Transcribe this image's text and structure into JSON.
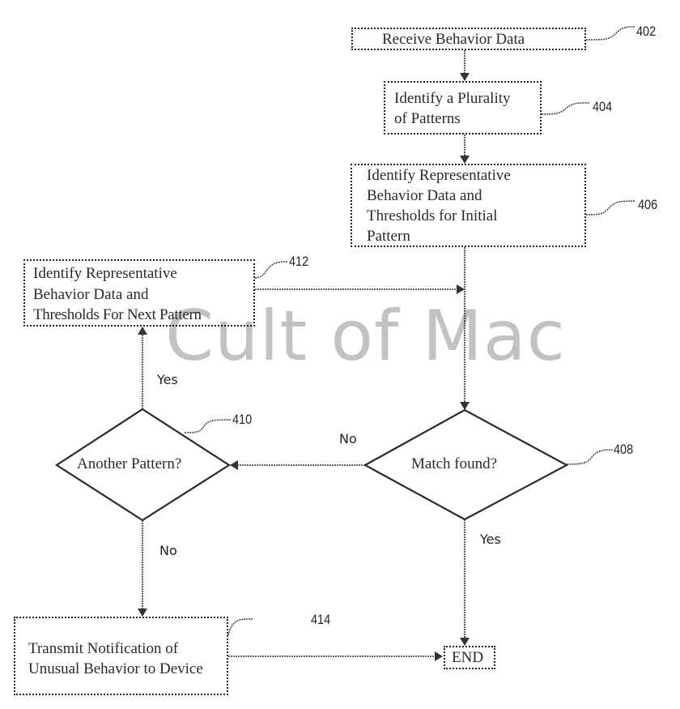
{
  "watermark": "Cult of Mac",
  "nodes": {
    "n402": {
      "ref": "402",
      "lines": [
        "Receive Behavior Data"
      ]
    },
    "n404": {
      "ref": "404",
      "lines": [
        "Identify a Plurality",
        "of Patterns"
      ]
    },
    "n406": {
      "ref": "406",
      "lines": [
        "Identify Representative",
        "Behavior Data and",
        "Thresholds for Initial",
        "Pattern"
      ]
    },
    "n408": {
      "ref": "408",
      "text": "Match found?"
    },
    "n410": {
      "ref": "410",
      "text": "Another Pattern?"
    },
    "n412": {
      "ref": "412",
      "lines": [
        "Identify Representative",
        "Behavior Data and",
        "Thresholds For Next Pattern"
      ]
    },
    "n414": {
      "ref": "414",
      "lines": [
        "Transmit Notification of",
        "Unusual Behavior to Device"
      ]
    },
    "end": {
      "text": "END"
    }
  },
  "edge_labels": {
    "n408_no": "No",
    "n408_yes": "Yes",
    "n410_yes": "Yes",
    "n410_no": "No"
  }
}
